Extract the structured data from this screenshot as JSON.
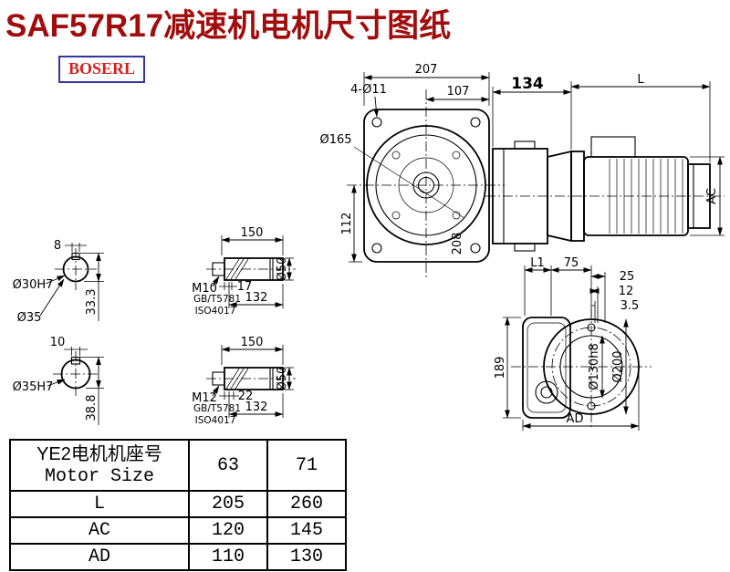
{
  "title": "SAF57R17减速机电机尺寸图纸",
  "logo": "BOSERL",
  "drawing": {
    "front": {
      "overall_width": "207",
      "mount_holes": "4-Ø11",
      "partial_width": "107",
      "flange_dia": "Ø165",
      "center_height": "112",
      "overall_height": "208"
    },
    "side": {
      "gearbox_length": "134",
      "motor_length": "L",
      "motor_dia": "AC"
    },
    "output": {
      "l1": "L1",
      "d75": "75",
      "d25": "25",
      "d12": "12",
      "d3_5": "3.5",
      "d189": "189",
      "spigot_dia": "Ø130h8",
      "flange_dia": "Ø200",
      "ad": "AD"
    },
    "bore30": {
      "keyway_width": "8",
      "bore_dia": "Ø30H7",
      "keyway_height": "33.3",
      "outer_dia": "Ø35"
    },
    "bore35": {
      "keyway_width": "10",
      "bore_dia": "Ø35H7",
      "keyway_height": "38.8"
    },
    "shaft_m10": {
      "length": "150",
      "thread": "M10",
      "depth": "17",
      "length2": "132",
      "dia": "Ø50",
      "std1": "GB/T5781",
      "std2": "ISO4017"
    },
    "shaft_m12": {
      "length": "150",
      "thread": "M12",
      "depth": "22",
      "length2": "132",
      "dia": "Ø50",
      "std1": "GB/T5781",
      "std2": "ISO4017"
    }
  },
  "table": {
    "header_cn": "YE2电机机座号",
    "header_en": "Motor Size",
    "sizes": [
      "63",
      "71"
    ],
    "rows": [
      {
        "label": "L",
        "v1": "205",
        "v2": "260"
      },
      {
        "label": "AC",
        "v1": "120",
        "v2": "145"
      },
      {
        "label": "AD",
        "v1": "110",
        "v2": "130"
      }
    ]
  }
}
